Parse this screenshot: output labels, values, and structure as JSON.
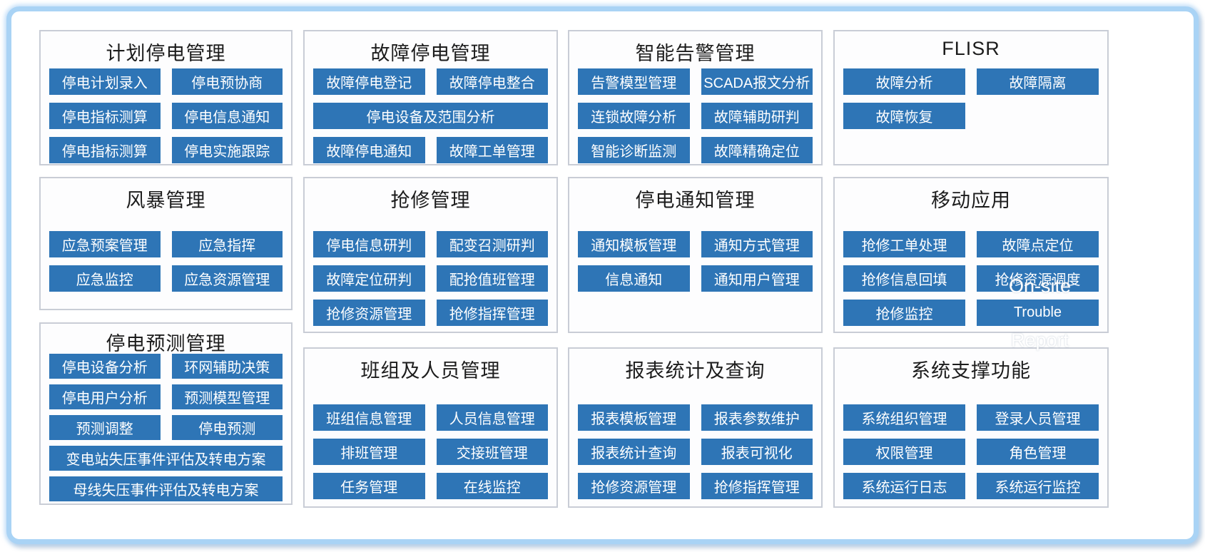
{
  "colors": {
    "frame_border": "#a9d3f5",
    "panel_border": "#c9cdd6",
    "panel_background": "#fdfdfe",
    "button_background": "#2e75b6",
    "button_text": "#ffffff",
    "title_text": "#1c1c1c"
  },
  "panels": [
    {
      "id": "planned-outage",
      "title": "计划停电管理",
      "buttons": [
        {
          "label": "停电计划录入"
        },
        {
          "label": "停电预协商"
        },
        {
          "label": "停电指标测算"
        },
        {
          "label": "停电信息通知"
        },
        {
          "label": "停电指标测算"
        },
        {
          "label": "停电实施跟踪"
        }
      ]
    },
    {
      "id": "fault-outage",
      "title": "故障停电管理",
      "buttons": [
        {
          "label": "故障停电登记"
        },
        {
          "label": "故障停电整合"
        },
        {
          "label": "停电设备及范围分析",
          "span": 2
        },
        {
          "label": "故障停电通知"
        },
        {
          "label": "故障工单管理"
        }
      ]
    },
    {
      "id": "smart-alarm",
      "title": "智能告警管理",
      "buttons": [
        {
          "label": "告警模型管理"
        },
        {
          "label": "SCADA报文分析"
        },
        {
          "label": "连锁故障分析"
        },
        {
          "label": "故障辅助研判"
        },
        {
          "label": "智能诊断监测"
        },
        {
          "label": "故障精确定位"
        }
      ]
    },
    {
      "id": "flisr",
      "title": "FLISR",
      "buttons": [
        {
          "label": "故障分析"
        },
        {
          "label": "故障隔离"
        },
        {
          "label": "故障恢复"
        }
      ]
    },
    {
      "id": "storm",
      "title": "风暴管理",
      "buttons": [
        {
          "label": "应急预案管理"
        },
        {
          "label": "应急指挥"
        },
        {
          "label": "应急监控"
        },
        {
          "label": "应急资源管理"
        }
      ]
    },
    {
      "id": "repair",
      "title": "抢修管理",
      "buttons": [
        {
          "label": "停电信息研判"
        },
        {
          "label": "配变召测研判"
        },
        {
          "label": "故障定位研判"
        },
        {
          "label": "配抢值班管理"
        },
        {
          "label": "抢修资源管理"
        },
        {
          "label": "抢修指挥管理"
        }
      ]
    },
    {
      "id": "outage-notify",
      "title": "停电通知管理",
      "buttons": [
        {
          "label": "通知模板管理"
        },
        {
          "label": "通知方式管理"
        },
        {
          "label": "信息通知"
        },
        {
          "label": "通知用户管理"
        }
      ]
    },
    {
      "id": "mobile-app",
      "title": "移动应用",
      "buttons": [
        {
          "label": "抢修工单处理"
        },
        {
          "label": "故障点定位"
        },
        {
          "label": "抢修信息回填"
        },
        {
          "label": "抢修资源调度"
        },
        {
          "label": "抢修监控"
        },
        {
          "label": "Trouble"
        }
      ],
      "overflow_labels": [
        {
          "text": "On-site",
          "position": "under-row-2-right"
        },
        {
          "text": "Report",
          "position": "under-row-3-right"
        }
      ]
    },
    {
      "id": "outage-forecast",
      "title": "停电预测管理",
      "buttons": [
        {
          "label": "停电设备分析"
        },
        {
          "label": "环网辅助决策"
        },
        {
          "label": "停电用户分析"
        },
        {
          "label": "预测模型管理"
        },
        {
          "label": "预测调整"
        },
        {
          "label": "停电预测"
        },
        {
          "label": "变电站失压事件评估及转电方案",
          "span": 2
        },
        {
          "label": "母线失压事件评估及转电方案",
          "span": 2
        }
      ]
    },
    {
      "id": "team-personnel",
      "title": "班组及人员管理",
      "buttons": [
        {
          "label": "班组信息管理"
        },
        {
          "label": "人员信息管理"
        },
        {
          "label": "排班管理"
        },
        {
          "label": "交接班管理"
        },
        {
          "label": "任务管理"
        },
        {
          "label": "在线监控"
        }
      ]
    },
    {
      "id": "report-stats",
      "title": "报表统计及查询",
      "buttons": [
        {
          "label": "报表模板管理"
        },
        {
          "label": "报表参数维护"
        },
        {
          "label": "报表统计查询"
        },
        {
          "label": "报表可视化"
        },
        {
          "label": "抢修资源管理"
        },
        {
          "label": "抢修指挥管理"
        }
      ]
    },
    {
      "id": "system-support",
      "title": "系统支撑功能",
      "buttons": [
        {
          "label": "系统组织管理"
        },
        {
          "label": "登录人员管理"
        },
        {
          "label": "权限管理"
        },
        {
          "label": "角色管理"
        },
        {
          "label": "系统运行日志"
        },
        {
          "label": "系统运行监控"
        }
      ]
    }
  ]
}
